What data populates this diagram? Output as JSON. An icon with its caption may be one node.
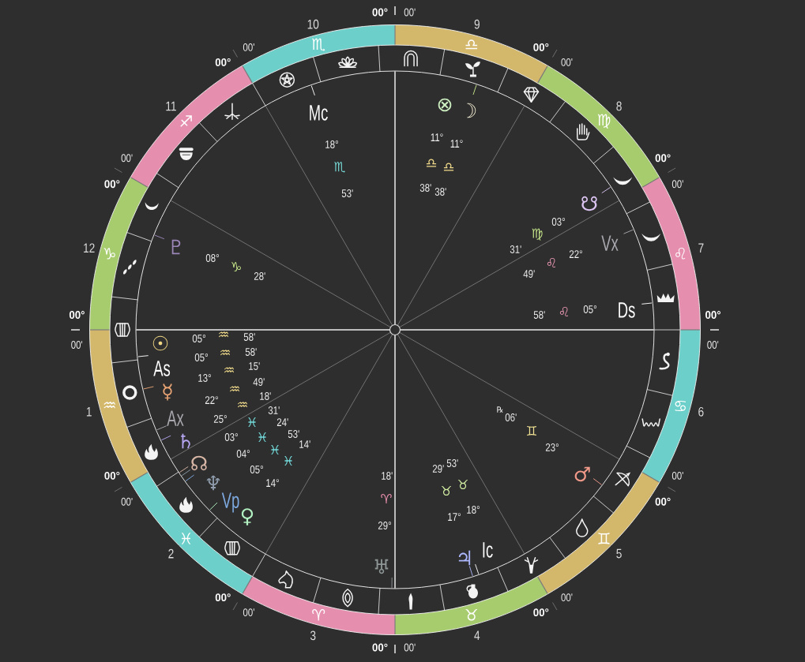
{
  "diagram": {
    "nodes": [
      {
        "text": [
          "♒"
        ],
        "beside": [
          "1"
        ]
      },
      {
        "text": [
          "♓"
        ],
        "beside": [
          "2"
        ]
      },
      {
        "text": [
          "♈"
        ],
        "beside": [
          "3"
        ]
      },
      {
        "text": [
          "♉"
        ],
        "beside": [
          "4"
        ]
      },
      {
        "text": [
          "♊"
        ],
        "beside": [
          "5"
        ]
      },
      {
        "text": [
          "♋"
        ],
        "beside": [
          "6"
        ]
      },
      {
        "text": [
          "♌"
        ],
        "beside": [
          "7"
        ]
      },
      {
        "text": [
          "♍"
        ],
        "beside": [
          "8"
        ]
      },
      {
        "text": [
          "♎"
        ],
        "beside": [
          "9"
        ]
      },
      {
        "text": [
          "♏"
        ],
        "beside": [
          "10"
        ]
      },
      {
        "text": [
          "♐"
        ],
        "beside": [
          "11"
        ]
      },
      {
        "text": [
          "♑"
        ],
        "beside": [
          "12"
        ]
      }
    ],
    "labels": [
      "00°",
      "00'",
      "00°",
      "00'",
      "00°",
      "00'",
      "00°",
      "00'",
      "00°",
      "00'",
      "00°",
      "00'",
      "00°",
      "00'",
      "00°",
      "00'",
      "00°",
      "00'",
      "00°",
      "00'",
      "00°",
      "00'",
      "00°",
      "00'",
      "♇",
      "08°",
      "♑",
      "28'",
      "Mc",
      "18°",
      "♏",
      "53'",
      "⊗",
      "☽",
      "11°",
      "11°",
      "♎",
      "♎",
      "38'",
      "38'",
      "31'",
      "♍",
      "03°",
      "☋",
      "49'",
      "♌",
      "22°",
      "Vx",
      "58'",
      "♌",
      "05°",
      "Ds",
      "☉",
      "05°",
      "♒",
      "58'",
      "As",
      "05°",
      "♒",
      "58'",
      "☿",
      "13°",
      "♒",
      "15'",
      "Ax",
      "22°",
      "♒",
      "49'",
      "♄",
      "25°",
      "♒",
      "18'",
      "☊",
      "03°",
      "♓",
      "31'",
      "♆",
      "04°",
      "♓",
      "24'",
      "Vp",
      "05°",
      "♓",
      "53'",
      "♀",
      "14°",
      "♓",
      "14'",
      "18'",
      "♈",
      "29°",
      "♅",
      "29'",
      "♉",
      "17°",
      "♃",
      "53'",
      "♉",
      "18°",
      "Ic",
      "℞",
      "06'",
      "♊",
      "23°",
      "♂"
    ]
  }
}
